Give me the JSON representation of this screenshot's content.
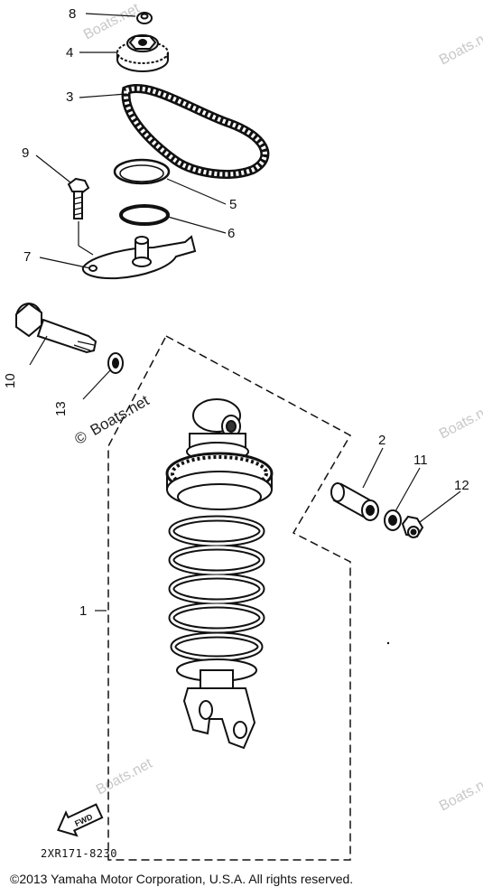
{
  "callouts": [
    "8",
    "4",
    "3",
    "9",
    "5",
    "6",
    "7",
    "10",
    "13",
    "2",
    "11",
    "12",
    "1"
  ],
  "watermark": "Boats.net",
  "watermark_symbol": "©",
  "fwd_label": "FWD",
  "part_number": "2XR171-8230",
  "copyright": "©2013 Yamaha Motor Corporation, U.S.A. All rights reserved."
}
